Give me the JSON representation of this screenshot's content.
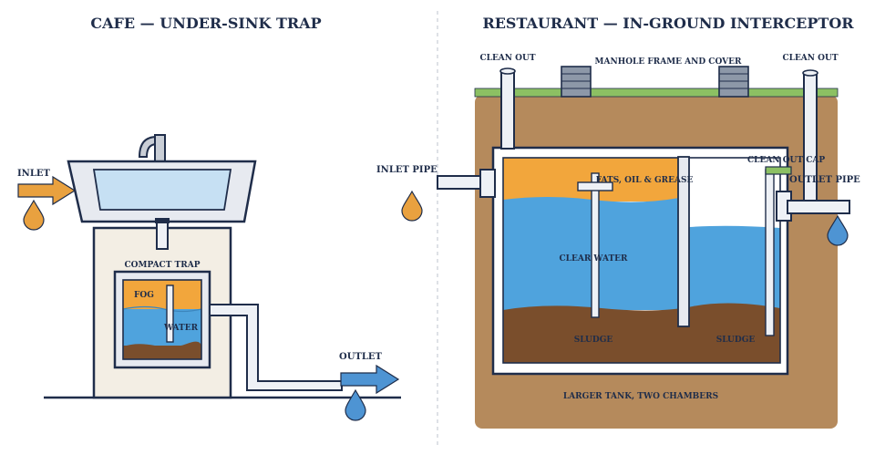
{
  "left": {
    "title": "CAFE — UNDER-SINK TRAP",
    "inlet_label": "INLET",
    "trap_label": "COMPACT TRAP",
    "fog_label": "FOG",
    "water_label": "WATER",
    "outlet_label": "OUTLET"
  },
  "right": {
    "title": "RESTAURANT — IN-GROUND INTERCEPTOR",
    "clean_out_left": "CLEAN OUT",
    "manhole_label": "MANHOLE FRAME AND COVER",
    "clean_out_right": "CLEAN OUT",
    "clean_out_cap": "CLEAN OUT CAP",
    "inlet_pipe": "INLET PIPE",
    "outlet_pipe": "OUTLET PIPE",
    "fog_label": "FATS, OIL & GREASE",
    "water_label": "CLEAR WATER",
    "sludge_left": "SLUDGE",
    "sludge_right": "SLUDGE",
    "tank_caption": "LARGER TANK, TWO CHAMBERS"
  },
  "colors": {
    "navy": "#1f2d4a",
    "grease": "#f2a63c",
    "water": "#4fa3dd",
    "sludge": "#7a4e2c",
    "soil": "#b58a5c",
    "grass": "#8cc063",
    "cabinet": "#f3eee4",
    "sink_basin": "#c6e0f3",
    "arrow_blue": "#4e94d3",
    "drop_blue": "#4e94d3",
    "drop_orange": "#e9a13f"
  }
}
